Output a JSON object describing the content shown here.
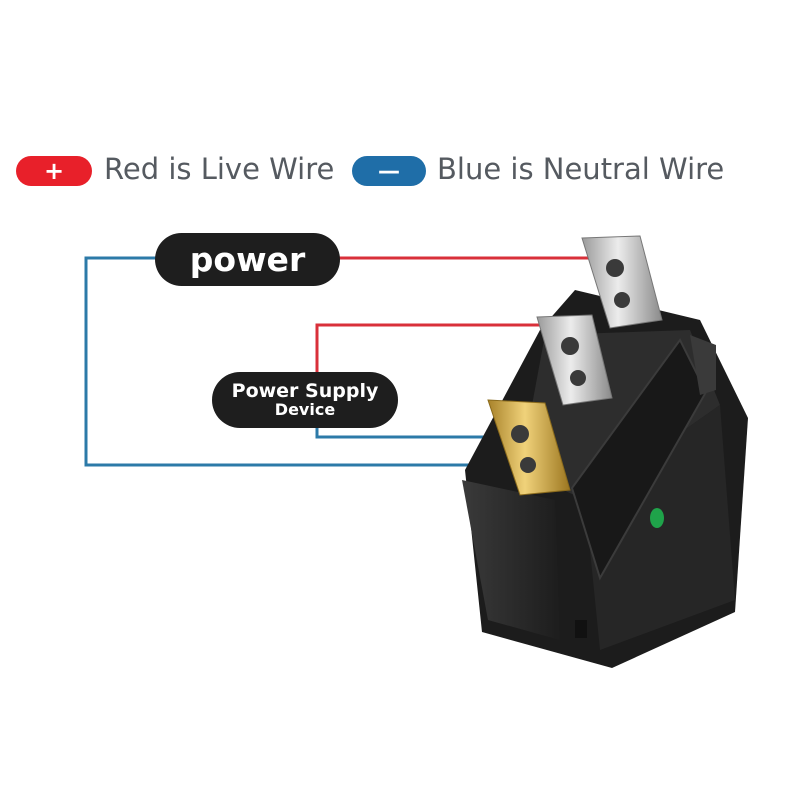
{
  "legend": {
    "live": {
      "symbol": "+",
      "text": "Red is Live Wire",
      "color": "#e8202a"
    },
    "neutral": {
      "symbol": "—",
      "text": "Blue is Neutral Wire",
      "color": "#1f6ea8"
    }
  },
  "labels": {
    "power": "power",
    "device_line1": "Power Supply",
    "device_line2": "Device"
  },
  "colors": {
    "live_wire": "#d9303a",
    "neutral_wire": "#2c7aa8",
    "pill_bg": "#1e1e1e",
    "switch_body": "#2a2a2a",
    "terminal_silver": "#c8c8c8",
    "terminal_brass": "#c9a43a",
    "indicator": "#1fa34a"
  }
}
